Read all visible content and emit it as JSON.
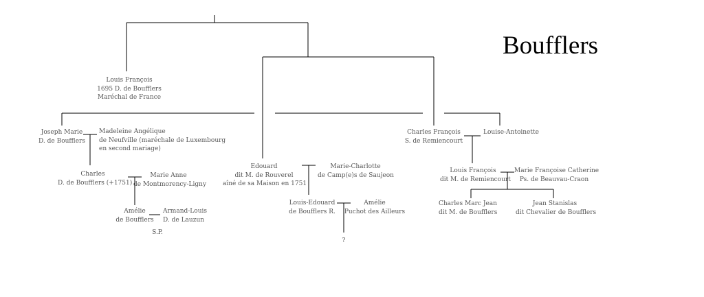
{
  "title": "Boufflers",
  "colors": {
    "line": "#000000",
    "text": "#555555",
    "title": "#000000",
    "background": "#ffffff"
  },
  "people": {
    "louis_francois_1695": [
      "Louis François",
      "1695 D. de Boufflers",
      "Maréchal de France"
    ],
    "joseph_marie": [
      "Joseph Marie",
      "D. de Boufflers"
    ],
    "madeleine_angelique": [
      "Madeleine Angélique",
      "de Neufville (maréchale de Luxembourg",
      "en second mariage)"
    ],
    "charles": [
      "Charles",
      "D. de Boufflers (+1751)"
    ],
    "marie_anne": [
      "Marie Anne",
      "de Montmorency-Ligny"
    ],
    "amelie": [
      "Amélie",
      "de Boufflers"
    ],
    "armand_louis": [
      "Armand-Louis",
      "D.    de Lauzun"
    ],
    "sp": [
      "S.P."
    ],
    "edouard": [
      "Edouard",
      "dit M. de Rouverel",
      "aîné de sa Maison en 1751"
    ],
    "marie_charlotte": [
      "Marie-Charlotte",
      "de Camp(e)s de Saujeon"
    ],
    "louis_edouard": [
      "Louis-Edouard",
      "de Boufflers R."
    ],
    "amelie_puchot": [
      "Amélie",
      "Puchot des Ailleurs"
    ],
    "unknown": [
      "?"
    ],
    "charles_francois": [
      "Charles François",
      "S. de Remiencourt"
    ],
    "louise_antoinette": [
      "Louise-Antoinette"
    ],
    "louis_francois_remiencourt": [
      "Louis François",
      "dit M. de Remiencourt"
    ],
    "marie_francoise_catherine": [
      "Marie Françoise Catherine",
      "Ps. de Beauvau-Craon"
    ],
    "charles_marc_jean": [
      "Charles Marc Jean",
      "dit M. de Boufflers"
    ],
    "jean_stanislas": [
      "Jean Stanislas",
      "dit Chevalier de Boufflers"
    ]
  }
}
